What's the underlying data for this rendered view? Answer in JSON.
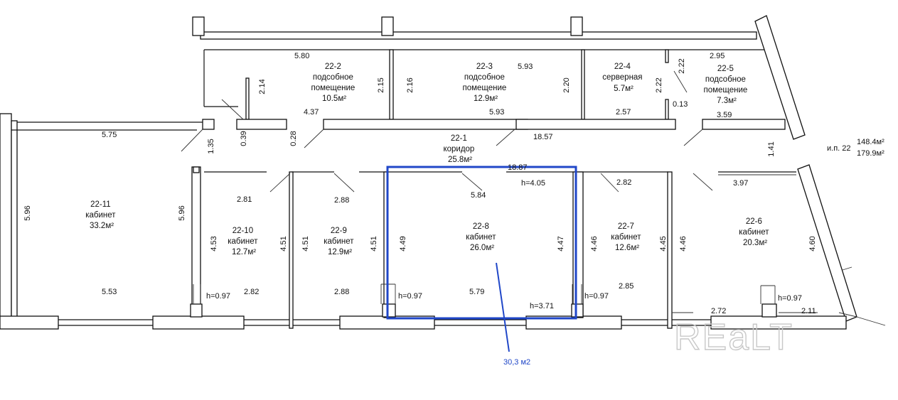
{
  "rooms": [
    {
      "id": "22-2",
      "lines": [
        "22-2",
        "подсобное",
        "помещение",
        "10.5м²"
      ]
    },
    {
      "id": "22-3",
      "lines": [
        "22-3",
        "подсобное",
        "помещение",
        "12.9м²"
      ]
    },
    {
      "id": "22-4",
      "lines": [
        "22-4",
        "серверная",
        "5.7м²"
      ]
    },
    {
      "id": "22-5",
      "lines": [
        "22-5",
        "подсобное",
        "помещение",
        "7.3м²"
      ]
    },
    {
      "id": "22-1",
      "lines": [
        "22-1",
        "коридор",
        "25.8м²"
      ]
    },
    {
      "id": "22-11",
      "lines": [
        "22-11",
        "кабинет",
        "33.2м²"
      ]
    },
    {
      "id": "22-10",
      "lines": [
        "22-10",
        "кабинет",
        "12.7м²"
      ]
    },
    {
      "id": "22-9",
      "lines": [
        "22-9",
        "кабинет",
        "12.9м²"
      ]
    },
    {
      "id": "22-8",
      "lines": [
        "22-8",
        "кабинет",
        "26.0м²"
      ]
    },
    {
      "id": "22-7",
      "lines": [
        "22-7",
        "кабинет",
        "12.6м²"
      ]
    },
    {
      "id": "22-6",
      "lines": [
        "22-6",
        "кабинет",
        "20.3м²"
      ]
    }
  ],
  "dimensions": {
    "d_5_80": "5.80",
    "d_2_14": "2.14",
    "d_2_15": "2.15",
    "d_2_16": "2.16",
    "d_5_93_top": "5.93",
    "d_2_20": "2.20",
    "d_2_22_a": "2.22",
    "d_2_22_b": "2.22",
    "d_2_95": "2.95",
    "d_4_37": "4.37",
    "d_5_93_bot": "5.93",
    "d_2_57": "2.57",
    "d_0_13": "0.13",
    "d_3_59": "3.59",
    "d_5_75": "5.75",
    "d_0_39": "0.39",
    "d_0_28": "0.28",
    "d_1_35": "1.35",
    "d_18_57": "18.57",
    "d_1_41": "1.41",
    "d_18_87": "18.87",
    "d_h405": "h=4.05",
    "d_5_96_a": "5.96",
    "d_5_96_b": "5.96",
    "d_2_81": "2.81",
    "d_2_88_top": "2.88",
    "d_5_84": "5.84",
    "d_2_82_top": "2.82",
    "d_3_97": "3.97",
    "d_4_53": "4.53",
    "d_4_51_a": "4.51",
    "d_4_51_b": "4.51",
    "d_4_51_c": "4.51",
    "d_4_49": "4.49",
    "d_4_47": "4.47",
    "d_4_46_a": "4.46",
    "d_4_45": "4.45",
    "d_4_46_b": "4.46",
    "d_4_60": "4.60",
    "d_5_53": "5.53",
    "d_h097_a": "h=0.97",
    "d_2_82_bot": "2.82",
    "d_2_88_bot": "2.88",
    "d_h097_b": "h=0.97",
    "d_5_79": "5.79",
    "d_h371": "h=3.71",
    "d_h097_c": "h=0.97",
    "d_2_85": "2.85",
    "d_h097_d": "h=0.97",
    "d_2_72": "2.72",
    "d_2_11": "2.11"
  },
  "totals": {
    "label": "и.п. 22",
    "area_1": "148.4м²",
    "area_2": "179.9м²"
  },
  "highlight": {
    "color": "#2047c8",
    "annotation": "30,3 м2"
  },
  "watermark": "REaLT"
}
